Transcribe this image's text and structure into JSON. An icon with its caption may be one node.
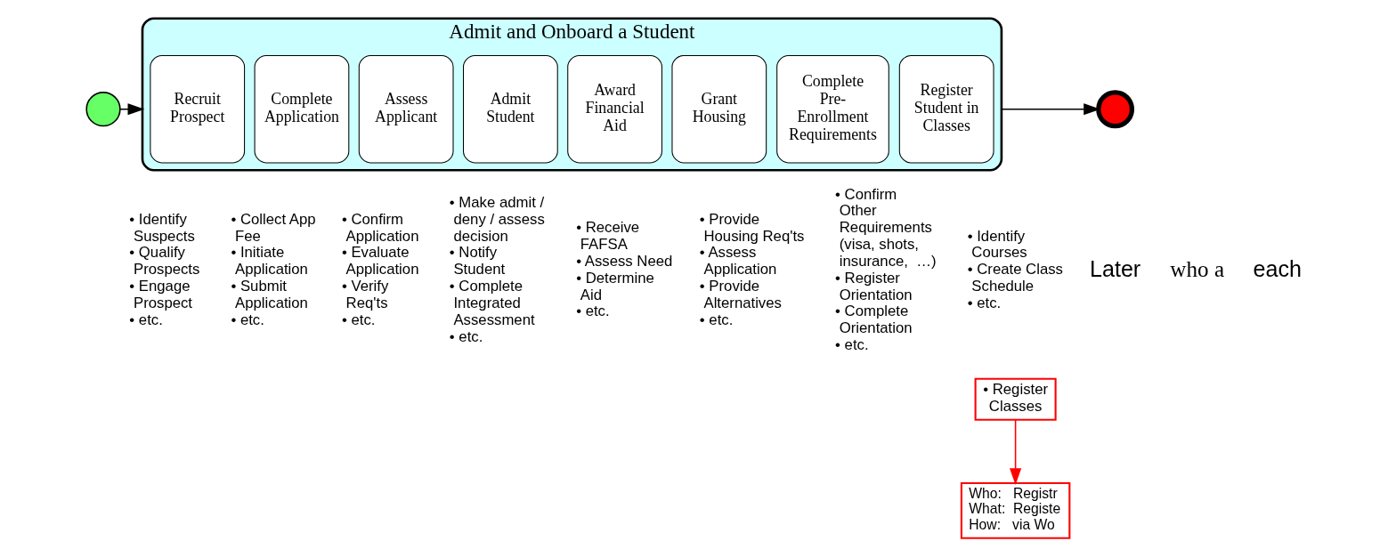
{
  "diagram": {
    "nodes": [
      {
        "text": [],
        "shape": "circle"
      },
      {
        "text": [
          "Admit and Onboard a Student"
        ]
      },
      {
        "text": [
          "Recruit Prospect"
        ],
        "in": 1,
        "beside": [
          "• Identify Suspects",
          "• Qualify Prospects",
          "• Engage Prospect",
          "• etc."
        ]
      },
      {
        "text": [
          "Complete Application"
        ],
        "in": 1,
        "beside": [
          "• Collect App Fee",
          "• Initiate Application",
          "• Submit Application",
          "• etc."
        ]
      },
      {
        "text": [
          "Assess Applicant"
        ],
        "in": 1,
        "beside": [
          "• Confirm Application",
          "• Evaluate Application",
          "• Verify Req'ts",
          "• etc."
        ]
      },
      {
        "text": [
          "Admit Student"
        ],
        "in": 1,
        "beside": [
          "• Make admit / deny / assess decision",
          "• Notify Student",
          "• Complete Integrated Assessment",
          "• etc."
        ]
      },
      {
        "text": [
          "Award Financial Aid"
        ],
        "in": 1,
        "beside": [
          "• Receive FAFSA",
          "• Assess Need",
          "• Determine Aid",
          "• etc."
        ]
      },
      {
        "text": [
          "Grant Housing"
        ],
        "in": 1,
        "beside": [
          "• Provide Housing Req'ts",
          "• Assess Application",
          "• Provide Alternatives",
          "• etc."
        ]
      },
      {
        "text": [
          "Complete Pre-Enrollment Requirements"
        ],
        "in": 1,
        "beside": [
          "• Confirm Other Requirements (visa, shots, insurance,  …)",
          "• Register Orientation",
          "• Complete Orientation",
          "• etc."
        ]
      },
      {
        "text": [
          "Register Student in Classes"
        ],
        "in": 1,
        "beside": [
          "• Identify Courses",
          "• Create Class Schedule",
          "• etc."
        ]
      },
      {
        "text": [],
        "shape": "circle"
      },
      {
        "text": [
          "• Register Classes"
        ]
      },
      {
        "text": [
          "Who:   Registr",
          "What:  Registe",
          "How:   via Wo"
        ]
      }
    ],
    "edges": [
      {
        "from": 0,
        "to": 1,
        "arrow": "to"
      },
      {
        "from": 1,
        "to": 10,
        "arrow": "to"
      },
      {
        "from": 11,
        "to": 12,
        "arrow": "to",
        "color": "#ff0000"
      }
    ],
    "labels": [
      "Later",
      "who a",
      "each"
    ]
  }
}
